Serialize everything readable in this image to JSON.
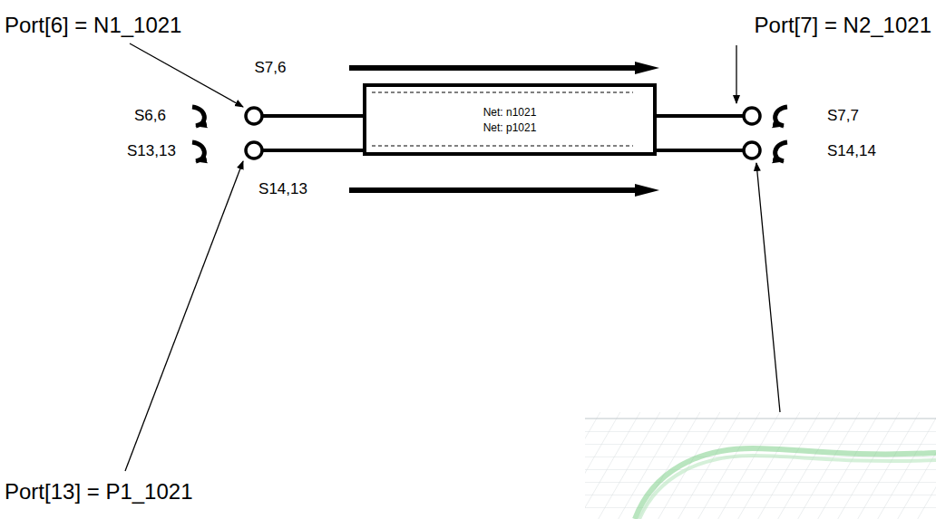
{
  "diagram": {
    "nodes": [
      {
        "text": [
          "Net: n1021",
          "Net: p1021"
        ]
      }
    ],
    "labels": [
      "Port[6] = N1_1021",
      "Port[7] = N2_1021",
      "Port[13] = P1_1021",
      "S7,6",
      "S6,6",
      "S13,13",
      "S7,7",
      "S14,14",
      "S14,13"
    ]
  }
}
